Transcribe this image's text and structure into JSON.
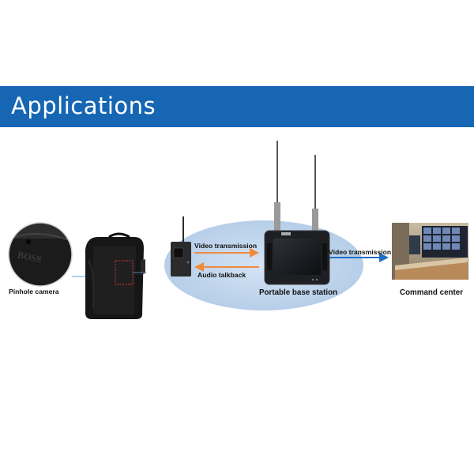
{
  "banner": {
    "title": "Applications"
  },
  "labels": {
    "pinhole_camera": "Pinhole camera",
    "video_transmission_1": "Video transmission",
    "audio_talkback": "Audio talkback",
    "portable_base_station": "Portable base station",
    "video_transmission_2": "Video transmission",
    "command_center": "Command center"
  },
  "colors": {
    "banner": "#1666b4",
    "ellipse": "#bcd4ec",
    "orange_arrow": "#f08a3c",
    "blue_arrow": "#1f6fc4"
  }
}
